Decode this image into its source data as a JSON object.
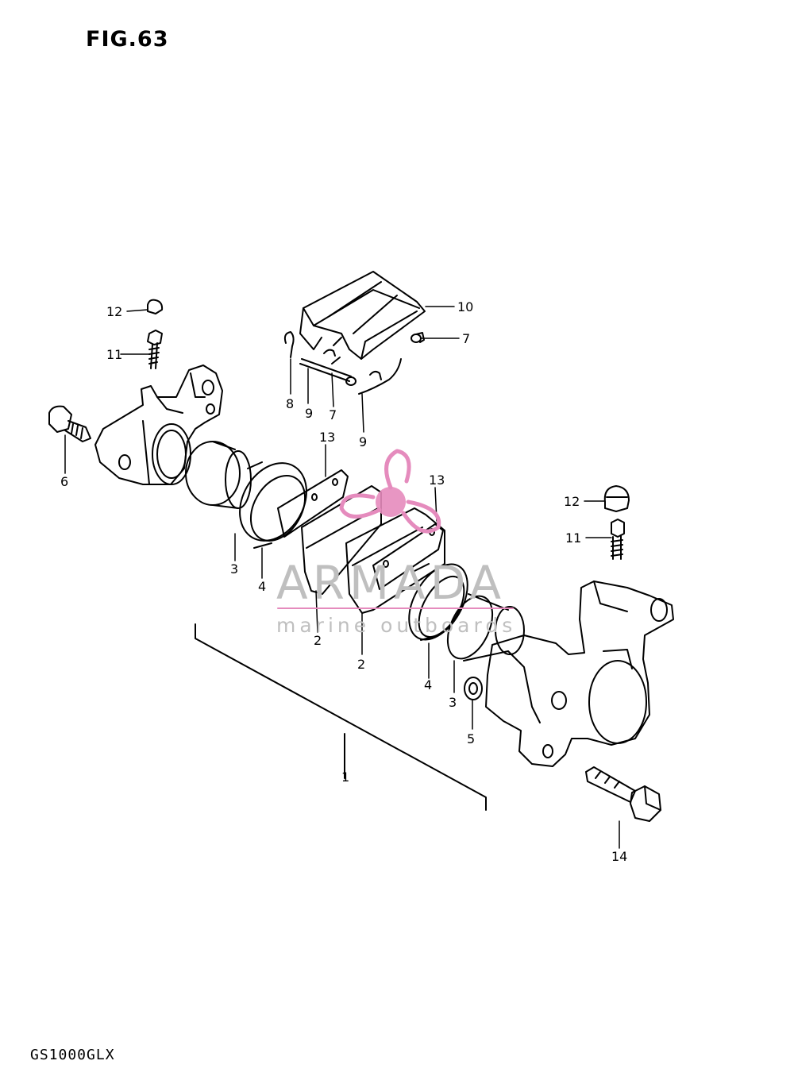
{
  "figure": {
    "title": "FIG.63",
    "model_code": "GS1000GLX"
  },
  "callouts": [
    "1",
    "2",
    "2",
    "3",
    "3",
    "4",
    "4",
    "5",
    "6",
    "7",
    "7",
    "8",
    "9",
    "9",
    "10",
    "11",
    "11",
    "12",
    "12",
    "13",
    "13",
    "14"
  ],
  "watermark": {
    "brand": "ARMADA",
    "tagline": "marine outboards",
    "accent_color": "#e58bbd"
  },
  "colors": {
    "ink": "#000000",
    "paper": "#ffffff",
    "watermark_gray": "#bfbfbf"
  }
}
